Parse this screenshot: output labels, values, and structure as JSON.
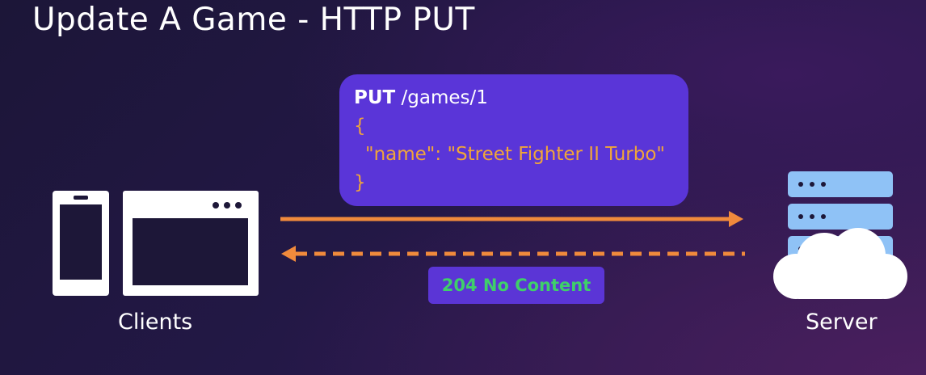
{
  "slide": {
    "title": "Update A Game - HTTP PUT"
  },
  "request": {
    "method": "PUT",
    "path": " /games/1",
    "open_brace": "{",
    "body_line": "\"name\": \"Street Fighter II Turbo\"",
    "close_brace": "}"
  },
  "response": {
    "status": "204 No Content"
  },
  "clients": {
    "label": "Clients",
    "icons": [
      "phone-icon",
      "browser-window-icon"
    ]
  },
  "server": {
    "label": "Server",
    "icons": [
      "server-rack-icon",
      "cloud-icon"
    ]
  },
  "colors": {
    "accent_box": "#5a35d8",
    "arrow": "#f08a3c",
    "status_text": "#3fcf6a",
    "json_text": "#f0a53a",
    "server_unit": "#8fc2f6"
  }
}
